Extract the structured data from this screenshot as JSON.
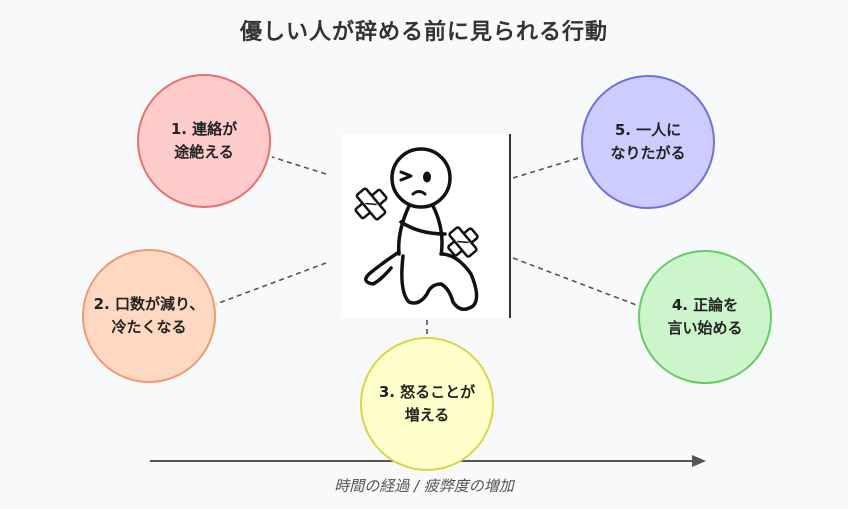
{
  "title": "優しい人が辞める前に見られる行動",
  "behaviors": [
    {
      "id": "c1",
      "label": "1. 連絡が\n途絶える",
      "color": "#ffcccc",
      "border": "#ee6e6e"
    },
    {
      "id": "c2",
      "label": "2. 口数が減り、\n冷たくなる",
      "color": "#ffd8c2",
      "border": "#f29a6c"
    },
    {
      "id": "c3",
      "label": "3. 怒ることが\n増える",
      "color": "#ffffcc",
      "border": "#d8d844"
    },
    {
      "id": "c4",
      "label": "4. 正論を\n言い始める",
      "color": "#ccf5cc",
      "border": "#66cc66"
    },
    {
      "id": "c5",
      "label": "5. 一人に\nなりたがる",
      "color": "#ccccff",
      "border": "#6e6ee8"
    }
  ],
  "axis_label": "時間の経過 / 疲弊度の増加",
  "center_icon": "sad-injured-person-icon"
}
